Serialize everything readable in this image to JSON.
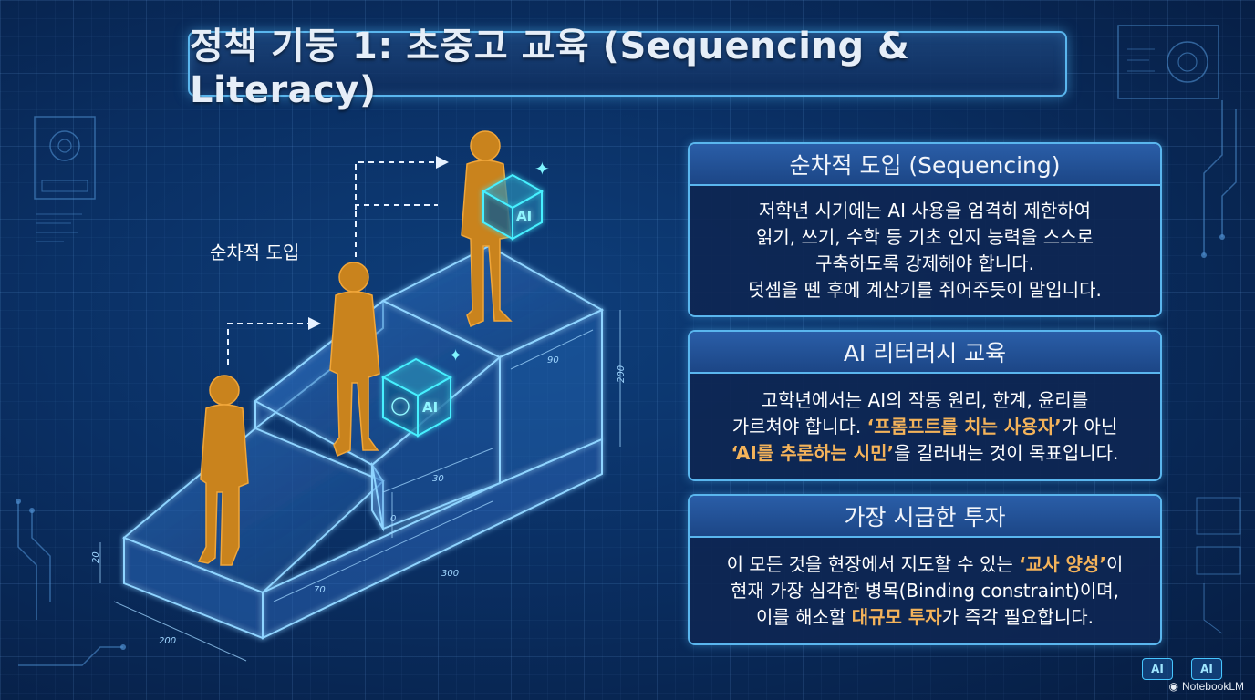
{
  "title": "정책 기둥 1: 초중고 교육 (Sequencing & Literacy)",
  "diagram": {
    "step_label": "순차적 도입",
    "cube_label": "AI",
    "dimensions": [
      "90",
      "200",
      "30",
      "0",
      "20",
      "70",
      "300",
      "200"
    ]
  },
  "panels": [
    {
      "heading": "순차적 도입 (Sequencing)",
      "lines": [
        [
          {
            "t": "저학년 시기에는 AI 사용을 엄격히 제한하여"
          }
        ],
        [
          {
            "t": "읽기, 쓰기, 수학 등 기초 인지 능력을 스스로"
          }
        ],
        [
          {
            "t": "구축하도록 강제해야 합니다."
          }
        ],
        [
          {
            "t": "덧셈을 뗀 후에 계산기를 쥐어주듯이 말입니다."
          }
        ]
      ]
    },
    {
      "heading": "AI 리터러시 교육",
      "lines": [
        [
          {
            "t": "고학년에서는 AI의 작동 원리, 한계, 윤리를"
          }
        ],
        [
          {
            "t": "가르쳐야 합니다. "
          },
          {
            "t": "‘프롬프트를 치는 사용자’",
            "hl": true
          },
          {
            "t": "가 아닌"
          }
        ],
        [
          {
            "t": "‘AI를 추론하는 시민’",
            "hl": true
          },
          {
            "t": "을 길러내는 것이 목표입니다."
          }
        ]
      ]
    },
    {
      "heading": "가장 시급한 투자",
      "lines": [
        [
          {
            "t": "이 모든 것을 현장에서 지도할 수 있는 "
          },
          {
            "t": "‘교사 양성’",
            "hl": true
          },
          {
            "t": "이"
          }
        ],
        [
          {
            "t": "현재 가장 심각한 병목(Binding constraint)이며,"
          }
        ],
        [
          {
            "t": "이를 해소할 "
          },
          {
            "t": "대규모 투자",
            "hl": true
          },
          {
            "t": "가 즉각 필요합니다."
          }
        ]
      ]
    }
  ],
  "corner_badge": "AI",
  "logo_text": "NotebookLM",
  "colors": {
    "accent": "#5ab6ee",
    "highlight": "#f4b35a",
    "figure": "#c9831d",
    "background": "#0a2f63"
  }
}
